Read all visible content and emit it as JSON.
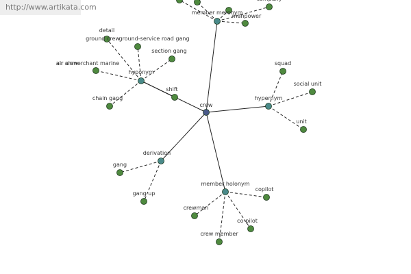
{
  "watermark": "http://www.artikata.com",
  "colors": {
    "center": "#4a5a8a",
    "relation": "#4a8a8a",
    "leaf": "#4f8a3f",
    "edge": "#222222"
  },
  "graph": {
    "center": "crew",
    "relations": [
      {
        "id": "member-meronym",
        "label": "member meronym",
        "leaves": [
          "company",
          "manpower",
          "",
          "",
          ""
        ]
      },
      {
        "id": "hyponym",
        "label": "hyponym",
        "leaves": [
          "detail",
          "ground crew",
          "ground-service road gang",
          "section gang",
          "air crew",
          "air airmerchant marine",
          "chain gang",
          "shift"
        ]
      },
      {
        "id": "hypernym",
        "label": "hypernym",
        "leaves": [
          "squad",
          "social unit",
          "unit"
        ]
      },
      {
        "id": "derivation",
        "label": "derivation",
        "leaves": [
          "gang",
          "gang up"
        ]
      },
      {
        "id": "member-holonym",
        "label": "member holonym",
        "leaves": [
          "copilot",
          "crewman",
          "co-pilot",
          "crew member"
        ]
      }
    ]
  }
}
